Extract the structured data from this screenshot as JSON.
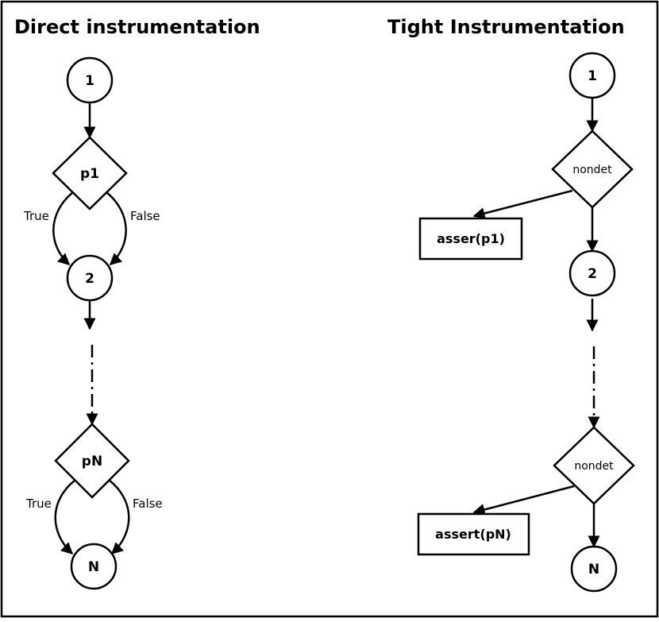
{
  "left_panel": {
    "title": "Direct instrumentation",
    "node_1": "1",
    "pred_1": "p1",
    "true_1": "True",
    "false_1": "False",
    "node_2": "2",
    "pred_n": "pN",
    "true_n": "True",
    "false_n": "False",
    "node_n": "N"
  },
  "right_panel": {
    "title": "Tight Instrumentation",
    "node_1": "1",
    "nondet_1": "nondet",
    "assert_1": "asser(p1)",
    "node_2": "2",
    "nondet_n": "nondet",
    "assert_n": "assert(pN)",
    "node_n": "N"
  },
  "colors": {
    "stroke": "#000000",
    "background": "#ffffff"
  }
}
